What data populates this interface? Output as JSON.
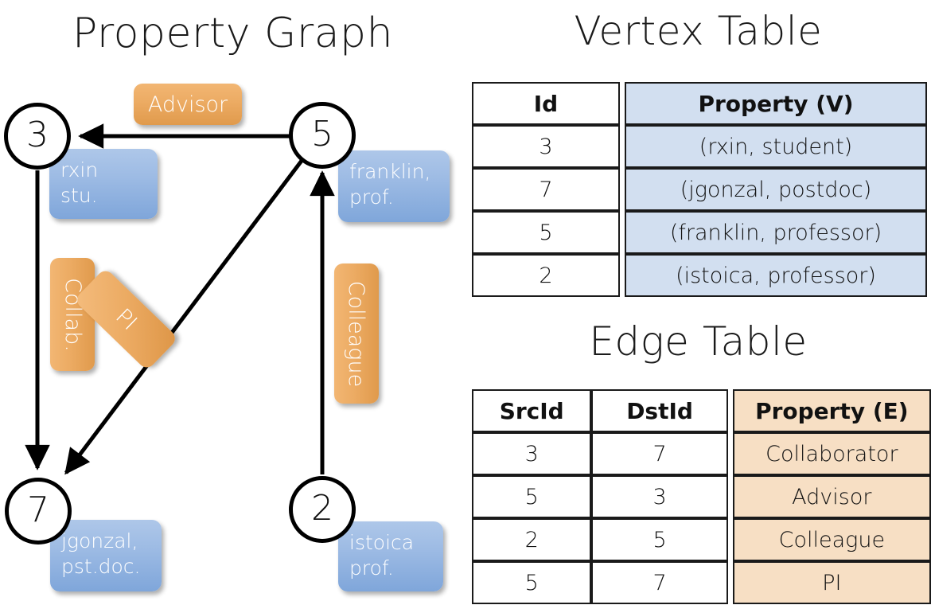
{
  "titles": {
    "graph": "Property Graph",
    "vertex_table": "Vertex Table",
    "edge_table": "Edge Table"
  },
  "graph": {
    "nodes": [
      {
        "id": "3",
        "property": "rxin\nstu."
      },
      {
        "id": "5",
        "property": "franklin,\nprof."
      },
      {
        "id": "7",
        "property": "jgonzal,\npst.doc."
      },
      {
        "id": "2",
        "property": "istoica\nprof."
      }
    ],
    "node_labels": {
      "n3": "3",
      "n5": "5",
      "n7": "7",
      "n2": "2"
    },
    "vertex_boxes": {
      "rxin_line1": "rxin",
      "rxin_line2": "stu.",
      "franklin_line1": "franklin,",
      "franklin_line2": "prof.",
      "jgonzal_line1": "jgonzal,",
      "jgonzal_line2": "pst.doc.",
      "istoica_line1": "istoica",
      "istoica_line2": "prof."
    },
    "edge_labels": {
      "advisor": "Advisor",
      "collab": "Collab.",
      "pi": "PI",
      "colleague": "Colleague"
    },
    "edges": [
      {
        "from": "5",
        "to": "3",
        "label": "Advisor"
      },
      {
        "from": "3",
        "to": "7",
        "label": "Collab."
      },
      {
        "from": "5",
        "to": "7",
        "label": "PI"
      },
      {
        "from": "2",
        "to": "5",
        "label": "Colleague"
      }
    ]
  },
  "vertex_table": {
    "headers": [
      "Id",
      "Property (V)"
    ],
    "rows": [
      {
        "id": "3",
        "property": "(rxin, student)"
      },
      {
        "id": "7",
        "property": "(jgonzal, postdoc)"
      },
      {
        "id": "5",
        "property": "(franklin, professor)"
      },
      {
        "id": "2",
        "property": "(istoica, professor)"
      }
    ]
  },
  "edge_table": {
    "headers": [
      "SrcId",
      "DstId",
      "Property (E)"
    ],
    "rows": [
      {
        "src": "3",
        "dst": "7",
        "property": "Collaborator"
      },
      {
        "src": "5",
        "dst": "3",
        "property": "Advisor"
      },
      {
        "src": "2",
        "dst": "5",
        "property": "Colleague"
      },
      {
        "src": "5",
        "dst": "7",
        "property": "PI"
      }
    ]
  },
  "colors": {
    "vertex_property_fill": "#d2dff0",
    "edge_property_fill": "#f7dfc4",
    "vertex_box": "#8fb3e0",
    "edge_box": "#eba95f",
    "stroke": "#000000",
    "background": "#ffffff"
  }
}
